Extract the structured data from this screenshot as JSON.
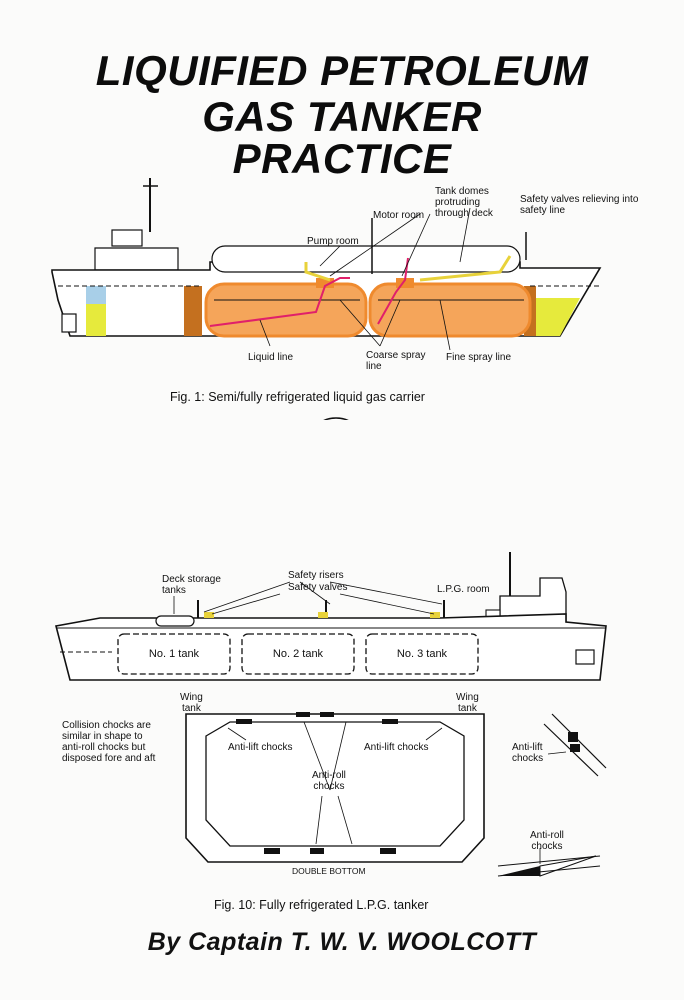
{
  "title": {
    "line1": "LIQUIFIED PETROLEUM",
    "line2": "GAS TANKER",
    "line3": "PRACTICE"
  },
  "fig1": {
    "caption": "Fig. 1: Semi/fully refrigerated liquid gas carrier",
    "labels": {
      "tank_domes": "Tank domes\nprotruding\nthrough deck",
      "safety_valves": "Safety valves relieving into\nsafety line",
      "motor_room": "Motor room",
      "pump_room": "Pump room",
      "liquid_line": "Liquid line",
      "coarse_spray": "Coarse spray\nline",
      "fine_spray": "Fine spray line"
    }
  },
  "fig10": {
    "caption": "Fig. 10: Fully refrigerated L.P.G. tanker",
    "labels": {
      "deck_storage": "Deck storage\ntanks",
      "safety_risers": "Safety risers",
      "safety_valves": "Safety valves",
      "lpg_room": "L.P.G. room",
      "tank1": "No. 1 tank",
      "tank2": "No. 2 tank",
      "tank3": "No. 3 tank",
      "wing_tank_left": "Wing\ntank",
      "wing_tank_right": "Wing\ntank",
      "collision_note": "Collision chocks are\nsimilar in shape to\nanti-roll chocks but\ndisposed fore and aft",
      "anti_lift_left": "Anti-lift chocks",
      "anti_lift_right": "Anti-lift chocks",
      "anti_roll_center": "Anti-roll\nchocks",
      "anti_lift_side": "Anti-lift\nchocks",
      "anti_roll_side": "Anti-roll\nchocks",
      "double_bottom": "DOUBLE BOTTOM"
    }
  },
  "author": "By Captain T. W. V. WOOLCOTT",
  "colors": {
    "tank_orange": "#ef8a2e",
    "tank_fill": "#f5a55a",
    "yellow": "#e6ea3c",
    "blue": "#a8cfe8",
    "brown": "#c4701f",
    "pipe_red": "#e0206a",
    "pipe_yellow": "#e8d23a"
  }
}
